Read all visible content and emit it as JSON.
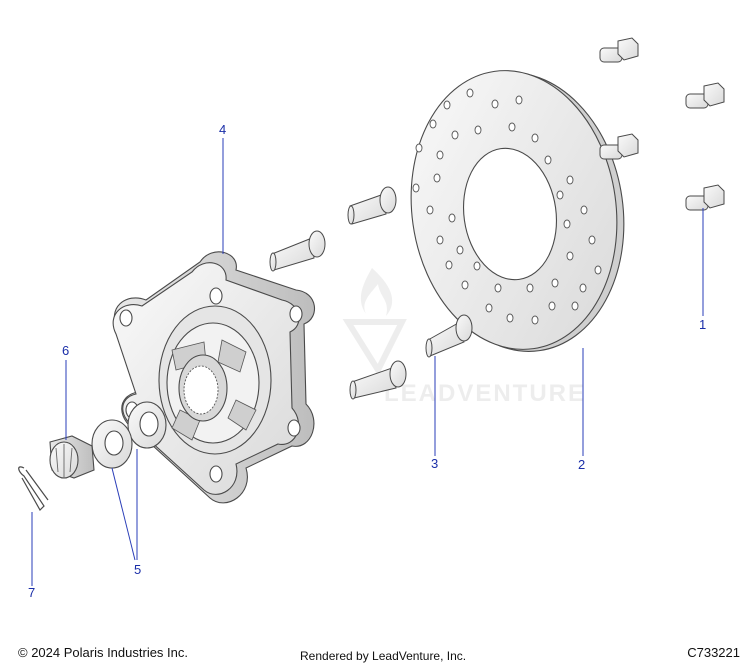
{
  "callouts": [
    {
      "num": "1",
      "part": "bolt"
    },
    {
      "num": "2",
      "part": "brake-disc"
    },
    {
      "num": "3",
      "part": "wheel-stud"
    },
    {
      "num": "4",
      "part": "hub"
    },
    {
      "num": "5",
      "part": "washer"
    },
    {
      "num": "6",
      "part": "castle-nut"
    },
    {
      "num": "7",
      "part": "cotter-pin"
    }
  ],
  "watermark": {
    "text": "LEADVENTURE"
  },
  "footer": {
    "copyright": "© 2024 Polaris Industries Inc.",
    "rendered_by": "Rendered by LeadVenture, Inc.",
    "diagram_id": "C733221"
  },
  "colors": {
    "callout": "#1a2ea8",
    "part_fill": "#f4f4f4",
    "part_stroke": "#4a4a4a"
  }
}
